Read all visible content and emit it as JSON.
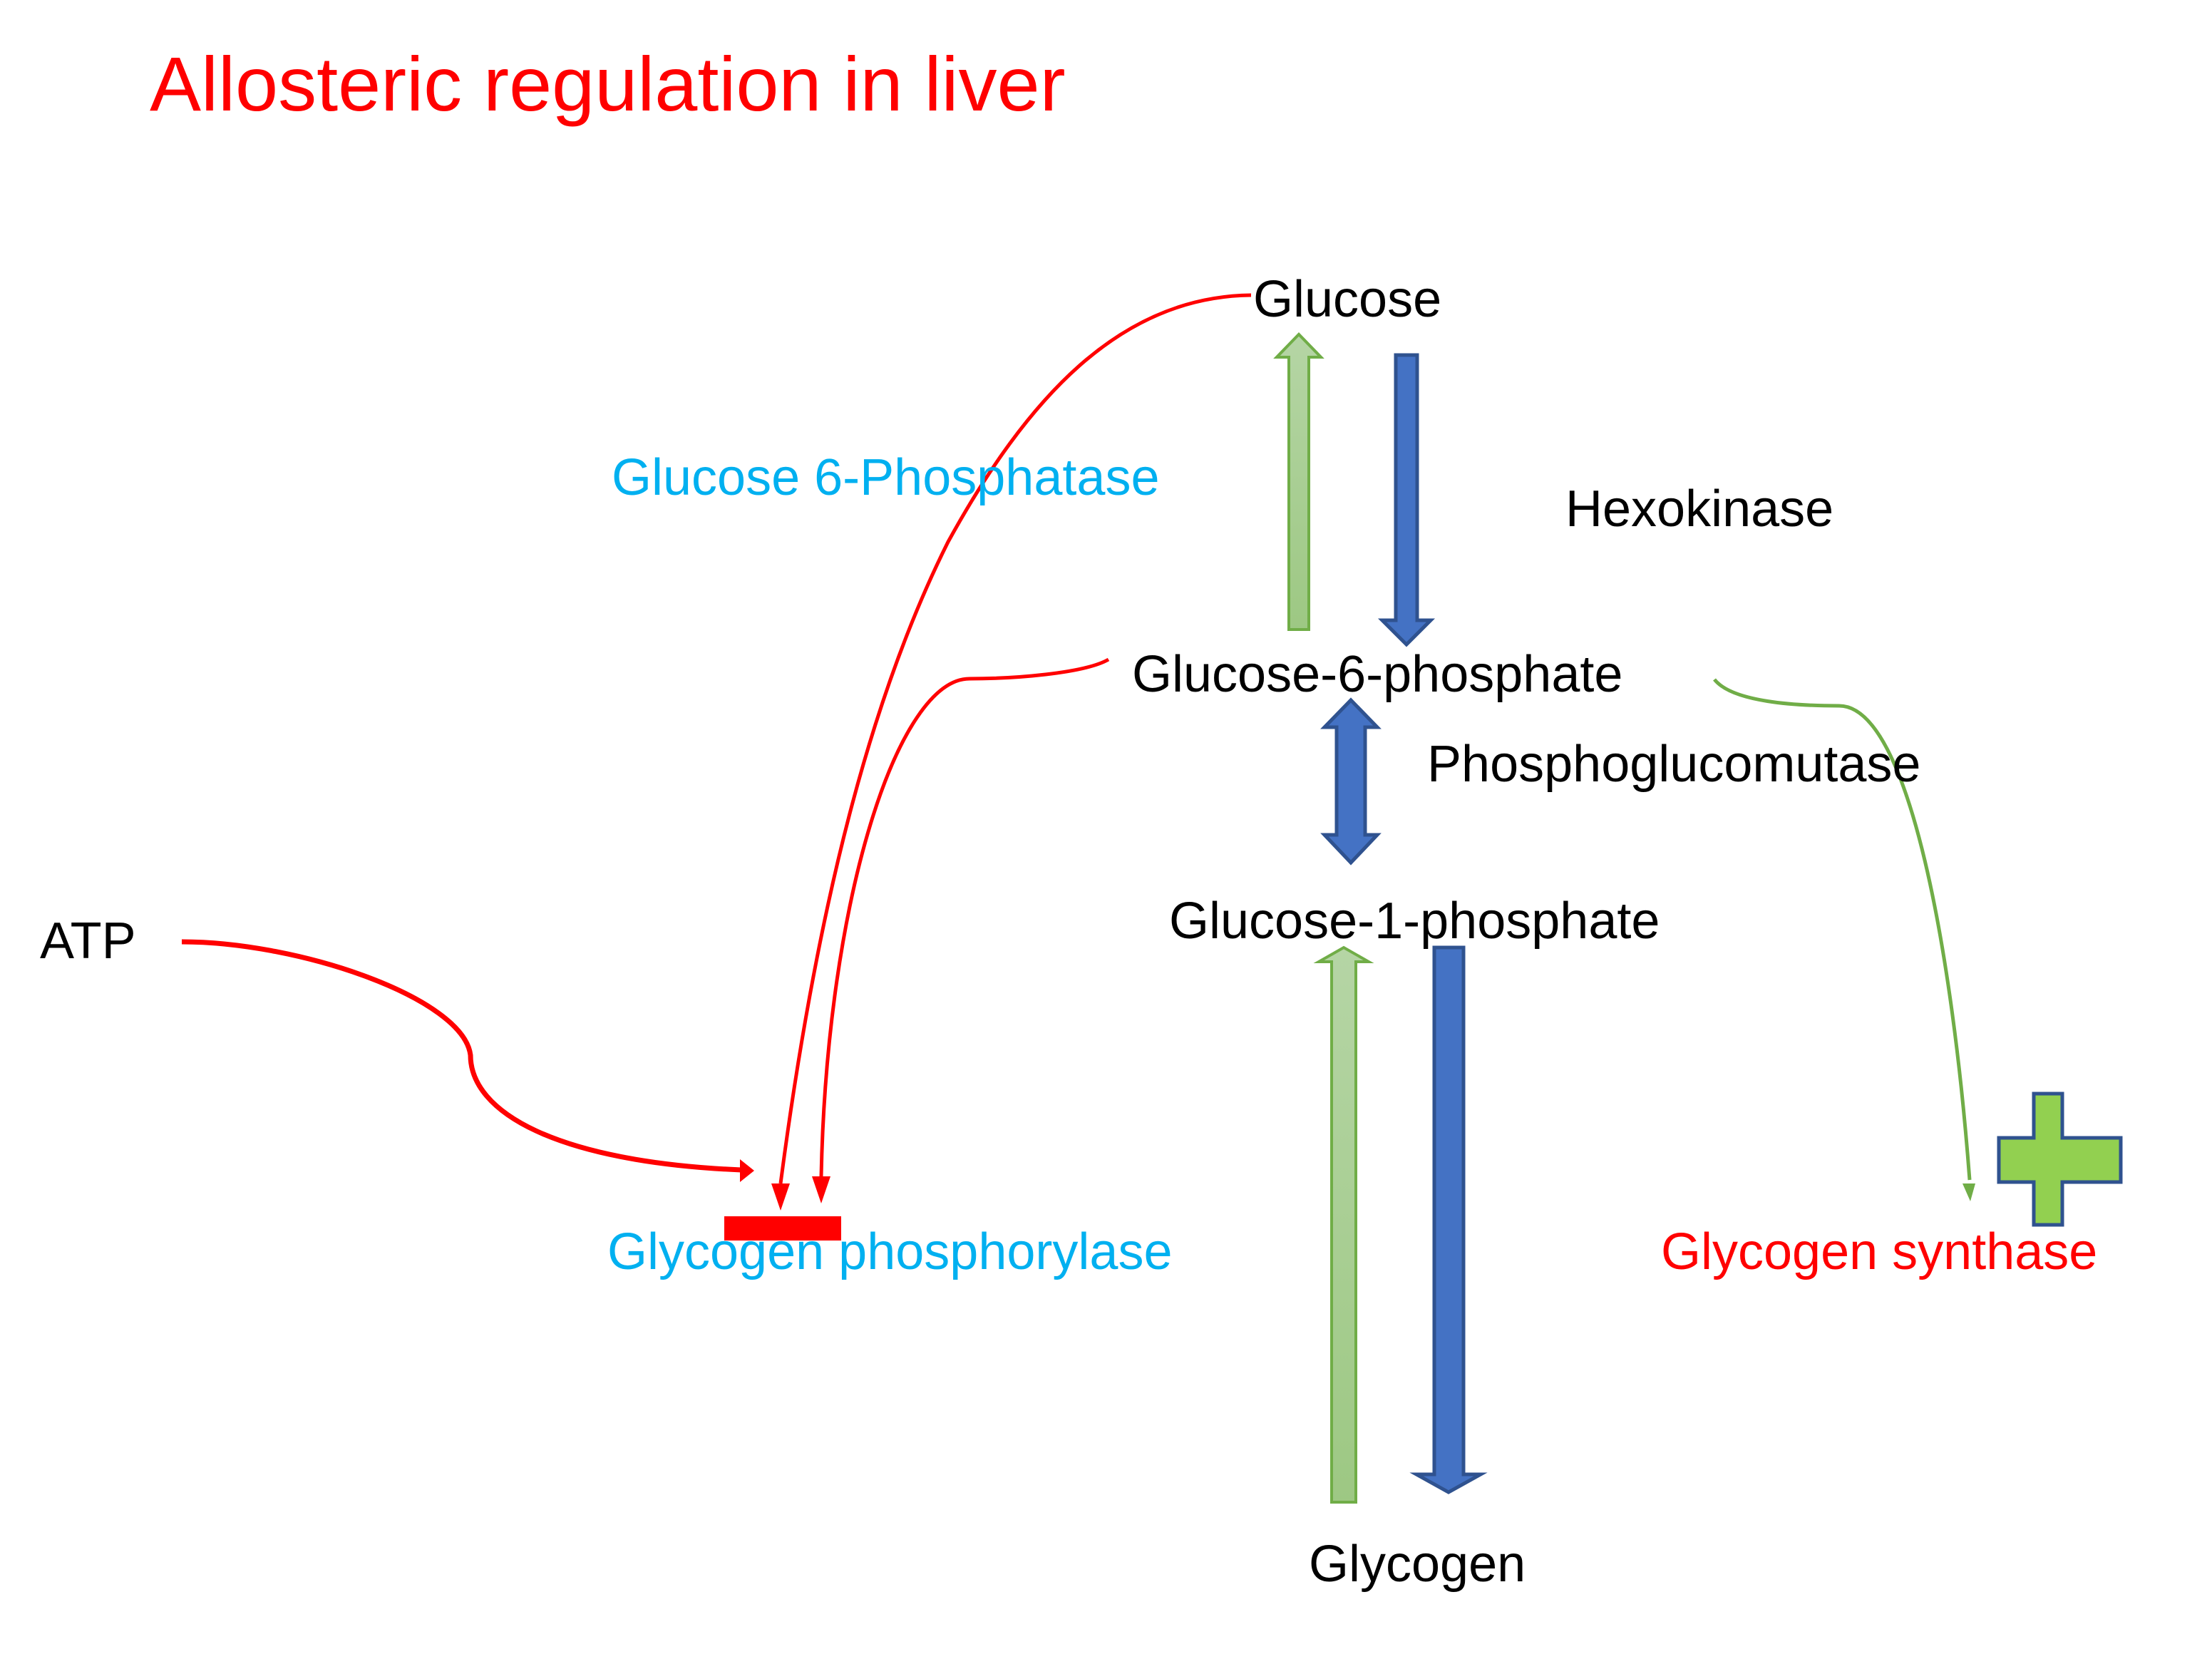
{
  "title": "Allosteric regulation in liver",
  "metabolites": {
    "glucose": "Glucose",
    "g6p": "Glucose-6-phosphate",
    "g1p": "Glucose-1-phosphate",
    "glycogen": "Glycogen",
    "atp": "ATP"
  },
  "enzymes": {
    "g6pase": "Glucose 6-Phosphatase",
    "hexokinase": "Hexokinase",
    "pgm": "Phosphoglucomutase",
    "glycogen_phosphorylase": "Glycogen phosphorylase",
    "glycogen_synthase": "Glycogen synthase"
  },
  "regulation": [
    {
      "from": "ATP",
      "to": "Glycogen phosphorylase",
      "effect": "inhibits"
    },
    {
      "from": "Glucose",
      "to": "Glycogen phosphorylase",
      "effect": "inhibits"
    },
    {
      "from": "Glucose-6-phosphate",
      "to": "Glycogen phosphorylase",
      "effect": "inhibits"
    },
    {
      "from": "Glucose-6-phosphate",
      "to": "Glycogen synthase",
      "effect": "activates"
    }
  ],
  "colors": {
    "title": "#ff0000",
    "inhibition": "#ff0000",
    "activation": "#70ad47",
    "forward_arrow_fill": "#4472c4",
    "forward_arrow_stroke": "#2f528f",
    "reverse_arrow_fill": "#a9d18e",
    "reverse_arrow_stroke": "#70ad47",
    "plus_fill": "#92d050",
    "plus_stroke": "#2f528f",
    "enzyme_blue": "#00b0f0"
  }
}
